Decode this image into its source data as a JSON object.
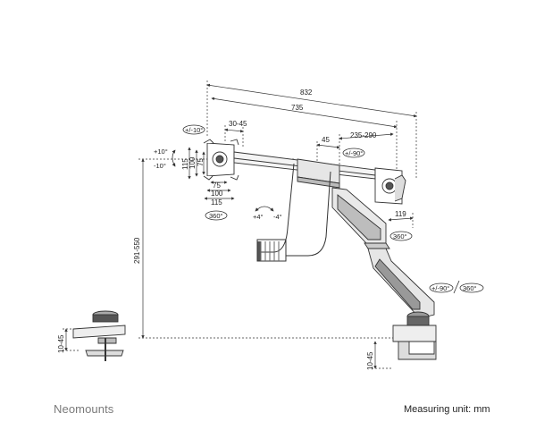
{
  "brand": "Neomounts",
  "measuring_unit": "Measuring unit: mm",
  "dimensions": {
    "total_width": "832",
    "arm_width": "735",
    "vesa_offset": "30-45",
    "bar_offset": "45",
    "bar_extension": "235-290",
    "depth": "119",
    "height": "291-550",
    "clamp_thickness_left": "10-45",
    "clamp_thickness_right": "10-45",
    "vesa_75_v": "75",
    "vesa_100_v": "100",
    "vesa_115_v": "115",
    "vesa_75_h": "75",
    "vesa_100_h": "100",
    "vesa_115_h": "115"
  },
  "angles": {
    "tilt_up": "+10°",
    "tilt_down": "-10°",
    "rotate_left": "+/-10°",
    "rotate_right": "+/-90°",
    "swivel_left": "360°",
    "swivel_mid": "360°",
    "handle_up": "+4°",
    "handle_down": "-4°",
    "arm_swivel": "+/-90°",
    "arm_rotate": "360°"
  }
}
